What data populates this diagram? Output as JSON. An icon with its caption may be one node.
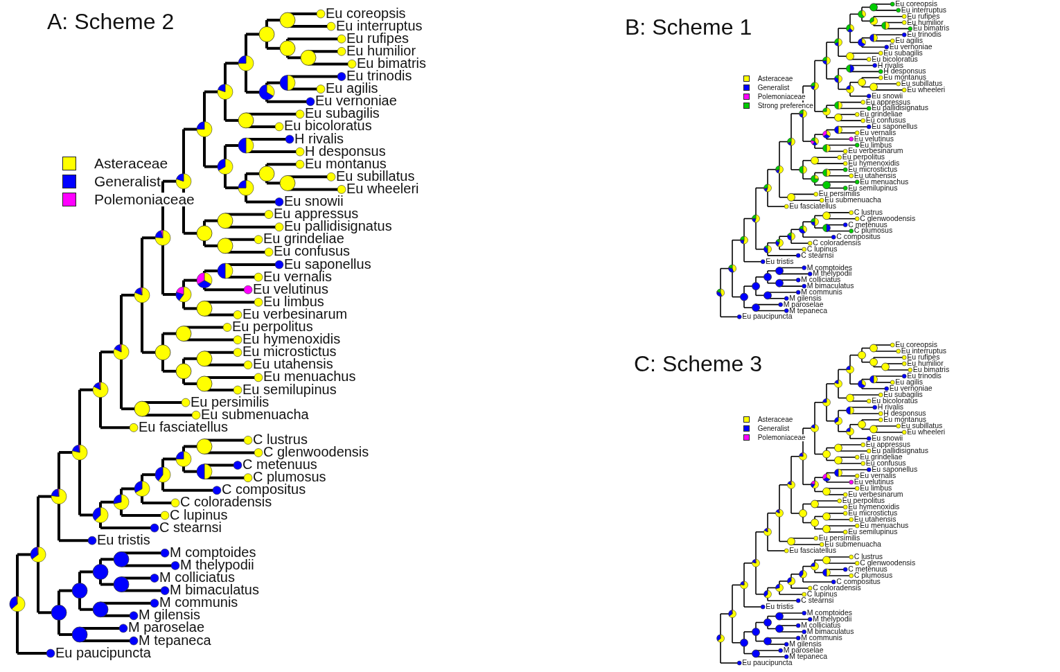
{
  "diagram": {
    "labels": [
      "A: Scheme 2",
      "Eu coreopsis",
      "Eu interruptus",
      "Eu rufipes",
      "Eu humilior",
      "Eu bimatris",
      "Eu trinodis",
      "Eu agilis",
      "Eu vernoniae",
      "Eu subagilis",
      "Eu bicoloratus",
      "H rivalis",
      "H desponsus",
      "Eu montanus",
      "Eu subillatus",
      "Eu wheeleri",
      "Eu snowii",
      "Eu appressus",
      "Eu pallidisignatus",
      "Eu grindeliae",
      "Eu confusus",
      "Eu saponellus",
      "Eu vernalis",
      "Eu velutinus",
      "Eu limbus",
      "Eu verbesinarum",
      "Eu perpolitus",
      "Eu hymenoxidis",
      "Eu microstictus",
      "Eu utahensis",
      "Eu menuachus",
      "Eu semilupinus",
      "Eu persimilis",
      "Eu submenuacha",
      "Eu fasciatellus",
      "C lustrus",
      "C glenwoodensis",
      "C metenuus",
      "C plumosus",
      "C compositus",
      "C coloradensis",
      "C lupinus",
      "C stearnsi",
      "Eu tristis",
      "M comptoides",
      "M thelypodii",
      "M colliciatus",
      "M bimaculatus",
      "M communis",
      "M gilensis",
      "M paroselae",
      "M tepaneca",
      "Eu paucipuncta",
      "B: Scheme 1",
      "Eu coreopsis",
      "Eu interruptus",
      "Eu rufipes",
      "Eu humilior",
      "Eu bimatris",
      "Eu trinodis",
      "Eu agilis",
      "Eu vernoniae",
      "Eu subagilis",
      "Eu bicoloratus",
      "H rivalis",
      "H desponsus",
      "Eu montanus",
      "Eu subillatus",
      "Eu wheeleri",
      "Eu snowii",
      "Eu appressus",
      "Eu pallidisignatus",
      "Eu grindeliae",
      "Eu confusus",
      "Eu saponellus",
      "Eu vernalis",
      "Eu velutinus",
      "Eu limbus",
      "Eu verbesinarum",
      "Eu perpolitus",
      "Eu hymenoxidis",
      "Eu microstictus",
      "Eu utahensis",
      "Eu menuachus",
      "Eu semilupinus",
      "Eu persimilis",
      "Eu submenuacha",
      "Eu fasciatellus",
      "C lustrus",
      "C glenwoodensis",
      "C metenuus",
      "C plumosus",
      "C compositus",
      "C coloradensis",
      "C lupinus",
      "C stearnsi",
      "Eu tristis",
      "M comptoides",
      "M thelypodii",
      "M colliciatus",
      "M bimaculatus",
      "M communis",
      "M gilensis",
      "M paroselae",
      "M tepaneca",
      "Eu paucipuncta",
      "C: Scheme 3",
      "Eu coreopsis",
      "Eu interruptus",
      "Eu rufipes",
      "Eu humilior",
      "Eu bimatris",
      "Eu trinodis",
      "Eu agilis",
      "Eu vernoniae",
      "Eu subagilis",
      "Eu bicoloratus",
      "H rivalis",
      "H desponsus",
      "Eu montanus",
      "Eu subillatus",
      "Eu wheeleri",
      "Eu snowii",
      "Eu appressus",
      "Eu pallidisignatus",
      "Eu grindeliae",
      "Eu confusus",
      "Eu saponellus",
      "Eu vernalis",
      "Eu velutinus",
      "Eu limbus",
      "Eu verbesinarum",
      "Eu perpolitus",
      "Eu hymenoxidis",
      "Eu microstictus",
      "Eu utahensis",
      "Eu menuachus",
      "Eu semilupinus",
      "Eu persimilis",
      "Eu submenuacha",
      "Eu fasciatellus",
      "C lustrus",
      "C glenwoodensis",
      "C metenuus",
      "C plumosus",
      "C compositus",
      "C coloradensis",
      "C lupinus",
      "C stearnsi",
      "Eu tristis",
      "M comptoides",
      "M thelypodii",
      "M colliciatus",
      "M bimaculatus",
      "M communis",
      "M gilensis",
      "M paroselae",
      "M tepaneca",
      "Eu paucipuncta"
    ],
    "legend": [
      {
        "text": "Asteraceae",
        "color": "#ffff00"
      },
      {
        "text": "Generalist",
        "color": "#0000ff"
      },
      {
        "text": "Polemoniaceae",
        "color": "#ff00ff"
      },
      {
        "text": "Asteraceae",
        "color": "#ffff00"
      },
      {
        "text": "Generalist",
        "color": "#0000ff"
      },
      {
        "text": "Polemoniaceae",
        "color": "#ff00ff"
      },
      {
        "text": "Strong preference",
        "color": "#00cc00"
      },
      {
        "text": "Asteraceae",
        "color": "#ffff00"
      },
      {
        "text": "Generalist",
        "color": "#0000ff"
      },
      {
        "text": "Polemoniaceae",
        "color": "#ff00ff"
      }
    ]
  }
}
